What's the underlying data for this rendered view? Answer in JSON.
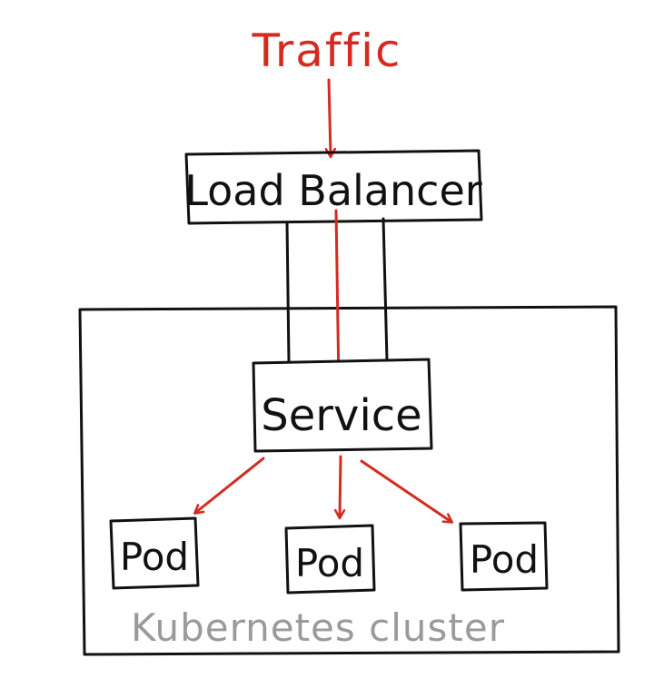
{
  "diagram": {
    "traffic_label": "Traffic",
    "load_balancer_label": "Load Balancer",
    "service_label": "Service",
    "pods": [
      "Pod",
      "Pod",
      "Pod"
    ],
    "cluster_label": "Kubernetes cluster"
  },
  "colors": {
    "background": "#ffffff",
    "ink": "#111111",
    "traffic": "#d42a22",
    "cluster_label": "#9a9a9a"
  }
}
